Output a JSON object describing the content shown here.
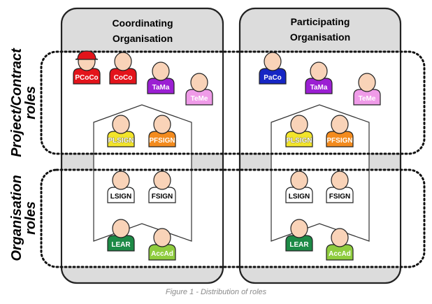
{
  "columns": {
    "coordinating": {
      "title_line1": "Coordinating",
      "title_line2": "Organisation"
    },
    "participating": {
      "title_line1": "Participating",
      "title_line2": "Organisation"
    }
  },
  "row_labels": {
    "project": {
      "line1": "Project/Contract",
      "line2": "roles"
    },
    "organisation": {
      "line1": "Organisation",
      "line2": "roles"
    }
  },
  "roles": {
    "pcoco": "PCoCo",
    "coco": "CoCo",
    "tama": "TaMa",
    "teme": "TeMe",
    "paco": "PaCo",
    "plsign": "PLSIGN",
    "pfsign": "PFSIGN",
    "lsign": "LSIGN",
    "fsign": "FSIGN",
    "lear": "LEAR",
    "accad": "AccAd"
  },
  "colors": {
    "skin": "#f9d3b8",
    "red": "#e3141b",
    "purple": "#9b1fd3",
    "pink": "#ef9be8",
    "blue": "#1626c4",
    "orange": "#f38b1e",
    "yellow": "#f2e42a",
    "white": "#ffffff",
    "green": "#1d8a46",
    "lightgreen": "#8fcc3e",
    "column_bg": "#dcdcdc",
    "label_text": "#000000"
  },
  "caption": "Figure 1 - Distribution of roles"
}
